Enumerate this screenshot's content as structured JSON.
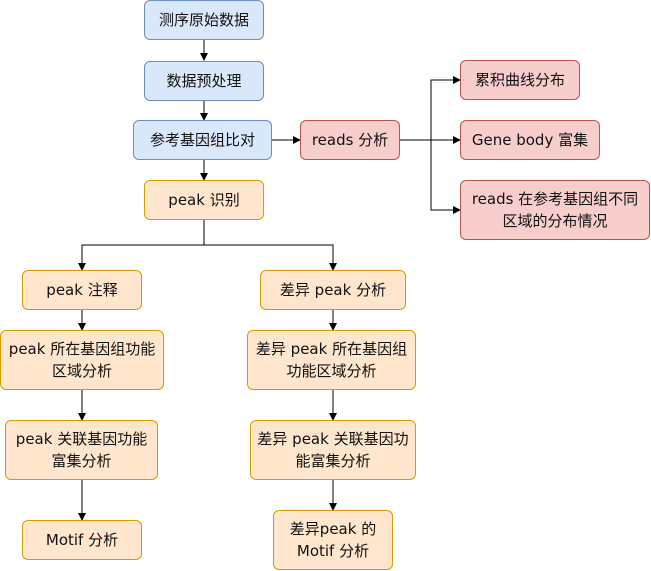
{
  "nodes": {
    "raw_data": "测序原始数据",
    "preprocess": "数据预处理",
    "align": "参考基因组比对",
    "reads_analysis": "reads 分析",
    "cumulative": "累积曲线分布",
    "gene_body": "Gene body 富集",
    "reads_region": "reads 在参考基因组不同区域的分布情况",
    "peak_call": "peak 识别",
    "peak_annot": "peak 注释",
    "diff_peak": "差异 peak 分析",
    "peak_region": "peak 所在基因组功能区域分析",
    "diff_peak_region": "差异 peak  所在基因组功能区域分析",
    "peak_gene_enrich": "peak 关联基因功能富集分析",
    "diff_peak_gene_enrich": "差异 peak 关联基因功能富集分析",
    "motif": "Motif 分析",
    "diff_motif": "差异peak 的 Motif 分析"
  },
  "colors": {
    "blue_fill": "#dae8fc",
    "blue_stroke": "#6c8ebf",
    "red_fill": "#f8cecc",
    "red_stroke": "#b85450",
    "orange_fill": "#ffe6cc",
    "orange_stroke": "#d79b00",
    "edge": "#000000"
  }
}
